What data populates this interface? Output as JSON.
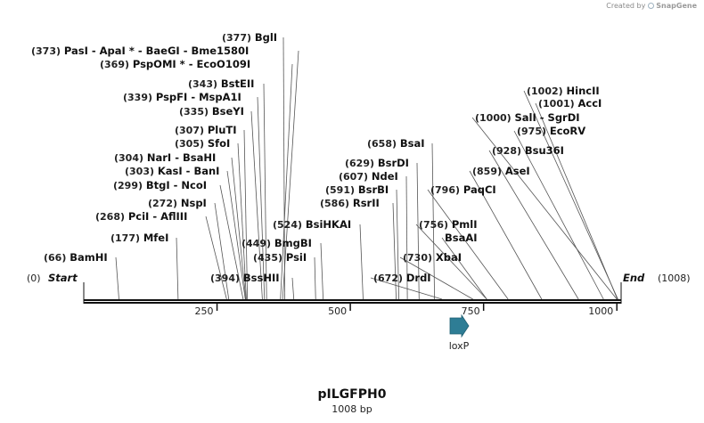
{
  "credit": {
    "prefix": "Created by",
    "brand": "SnapGene"
  },
  "plasmid": {
    "name": "pILGFPH0",
    "length_label": "1008 bp",
    "length_bp": 1008
  },
  "ends": {
    "start": {
      "label": "Start",
      "pos": "(0)"
    },
    "end": {
      "label": "End",
      "pos": "(1008)"
    }
  },
  "ruler": [
    {
      "value": 250,
      "label": "250"
    },
    {
      "value": 500,
      "label": "500"
    },
    {
      "value": 750,
      "label": "750"
    },
    {
      "value": 1000,
      "label": "1000"
    }
  ],
  "feature": {
    "name": "loxP",
    "color": "#2e7d95",
    "start": 686,
    "end": 720
  },
  "sites": [
    {
      "pos": "(377)",
      "bp": 377,
      "enzymes": [
        "BglI"
      ]
    },
    {
      "pos": "(373)",
      "bp": 373,
      "enzymes": [
        "PasI",
        "ApaI",
        "BaeGI",
        "Bme1580I"
      ],
      "asterisk_after": [
        1
      ]
    },
    {
      "pos": "(369)",
      "bp": 369,
      "enzymes": [
        "PspOMI",
        "EcoO109I"
      ],
      "asterisk_after": [
        0
      ]
    },
    {
      "pos": "(343)",
      "bp": 343,
      "enzymes": [
        "BstEII"
      ]
    },
    {
      "pos": "(339)",
      "bp": 339,
      "enzymes": [
        "PspFI",
        "MspA1I"
      ]
    },
    {
      "pos": "(335)",
      "bp": 335,
      "enzymes": [
        "BseYI"
      ]
    },
    {
      "pos": "(307)",
      "bp": 307,
      "enzymes": [
        "PluTI"
      ]
    },
    {
      "pos": "(305)",
      "bp": 305,
      "enzymes": [
        "SfoI"
      ]
    },
    {
      "pos": "(304)",
      "bp": 304,
      "enzymes": [
        "NarI",
        "BsaHI"
      ]
    },
    {
      "pos": "(303)",
      "bp": 303,
      "enzymes": [
        "KasI",
        "BanI"
      ]
    },
    {
      "pos": "(299)",
      "bp": 299,
      "enzymes": [
        "BtgI",
        "NcoI"
      ]
    },
    {
      "pos": "(272)",
      "bp": 272,
      "enzymes": [
        "NspI"
      ]
    },
    {
      "pos": "(268)",
      "bp": 268,
      "enzymes": [
        "PciI",
        "AflIII"
      ]
    },
    {
      "pos": "(177)",
      "bp": 177,
      "enzymes": [
        "MfeI"
      ]
    },
    {
      "pos": "(66)",
      "bp": 66,
      "enzymes": [
        "BamHI"
      ]
    },
    {
      "pos": "(524)",
      "bp": 524,
      "enzymes": [
        "BsiHKAI"
      ]
    },
    {
      "pos": "(449)",
      "bp": 449,
      "enzymes": [
        "BmgBI"
      ]
    },
    {
      "pos": "(435)",
      "bp": 435,
      "enzymes": [
        "PsiI"
      ]
    },
    {
      "pos": "(394)",
      "bp": 394,
      "enzymes": [
        "BssHII"
      ]
    },
    {
      "pos": "(658)",
      "bp": 658,
      "enzymes": [
        "BsaI"
      ]
    },
    {
      "pos": "(629)",
      "bp": 629,
      "enzymes": [
        "BsrDI"
      ]
    },
    {
      "pos": "(607)",
      "bp": 607,
      "enzymes": [
        "NdeI"
      ]
    },
    {
      "pos": "(591)",
      "bp": 591,
      "enzymes": [
        "BsrBI"
      ]
    },
    {
      "pos": "(586)",
      "bp": 586,
      "enzymes": [
        "RsrII"
      ]
    },
    {
      "pos": "(672)",
      "bp": 672,
      "enzymes": [
        "DrdI"
      ]
    },
    {
      "pos": "(730)",
      "bp": 730,
      "enzymes": [
        "XbaI"
      ]
    },
    {
      "pos": "(756)",
      "bp": 756,
      "enzymes": [
        "PmlI"
      ]
    },
    {
      "pos": "",
      "bp": 756,
      "enzymes": [
        "BsaAI"
      ]
    },
    {
      "pos": "(796)",
      "bp": 796,
      "enzymes": [
        "PaqCI"
      ]
    },
    {
      "pos": "(859)",
      "bp": 859,
      "enzymes": [
        "AseI"
      ]
    },
    {
      "pos": "(928)",
      "bp": 928,
      "enzymes": [
        "Bsu36I"
      ]
    },
    {
      "pos": "(975)",
      "bp": 975,
      "enzymes": [
        "EcoRV"
      ]
    },
    {
      "pos": "(1000)",
      "bp": 1000,
      "enzymes": [
        "SalI",
        "SgrDI"
      ]
    },
    {
      "pos": "(1001)",
      "bp": 1001,
      "enzymes": [
        "AccI"
      ]
    },
    {
      "pos": "(1002)",
      "bp": 1002,
      "enzymes": [
        "HincII"
      ]
    }
  ]
}
